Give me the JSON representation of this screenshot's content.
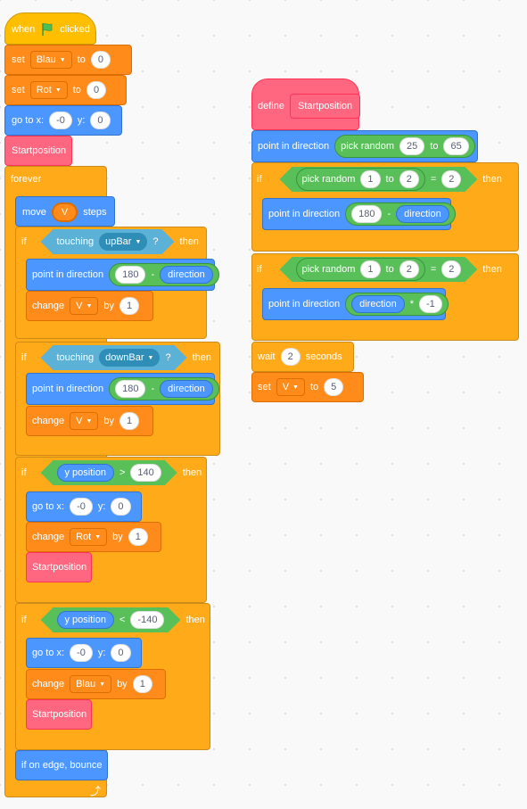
{
  "script_main": {
    "when_label": "when",
    "clicked_label": "clicked",
    "set_label": "set",
    "to_label": "to",
    "set1": {
      "var": "Blau",
      "value": "0"
    },
    "set2": {
      "var": "Rot",
      "value": "0"
    },
    "goto": {
      "label": "go to x:",
      "x": "-0",
      "y_label": "y:",
      "y": "0"
    },
    "startposition": "Startposition",
    "forever_label": "forever",
    "move": {
      "label": "move",
      "var": "V",
      "steps_label": "steps"
    },
    "if_label": "if",
    "then_label": "then",
    "if1": {
      "touching_label": "touching",
      "target": "upBar",
      "q": "?"
    },
    "pid1": {
      "label": "point in direction",
      "num": "180",
      "op": "-",
      "rep": "direction"
    },
    "change1": {
      "label": "change",
      "var": "V",
      "by_label": "by",
      "value": "1"
    },
    "if2": {
      "touching_label": "touching",
      "target": "downBar",
      "q": "?"
    },
    "pid2": {
      "label": "point in direction",
      "num": "180",
      "op": "-",
      "rep": "direction"
    },
    "change2": {
      "label": "change",
      "var": "V",
      "by_label": "by",
      "value": "1"
    },
    "if3": {
      "rep": "y position",
      "op": ">",
      "value": "140"
    },
    "goto3": {
      "label": "go to x:",
      "x": "-0",
      "y_label": "y:",
      "y": "0"
    },
    "change3": {
      "label": "change",
      "var": "Rot",
      "by_label": "by",
      "value": "1"
    },
    "start3": "Startposition",
    "if4": {
      "rep": "y position",
      "op": "<",
      "value": "-140"
    },
    "goto4": {
      "label": "go to x:",
      "x": "-0",
      "y_label": "y:",
      "y": "0"
    },
    "change4": {
      "label": "change",
      "var": "Blau",
      "by_label": "by",
      "value": "1"
    },
    "start4": "Startposition",
    "bounce": "if on edge, bounce"
  },
  "script_define": {
    "define_label": "define",
    "name": "Startposition",
    "pid": {
      "label": "point in direction",
      "rand_label": "pick random",
      "from": "25",
      "to_label": "to",
      "to": "65"
    },
    "if_label": "if",
    "then_label": "then",
    "if1": {
      "rand_label": "pick random",
      "from": "1",
      "to_label": "to",
      "to": "2",
      "eq": "=",
      "value": "2"
    },
    "pid2": {
      "label": "point in direction",
      "num": "180",
      "op": "-",
      "rep": "direction"
    },
    "if2": {
      "rand_label": "pick random",
      "from": "1",
      "to_label": "to",
      "to": "2",
      "eq": "=",
      "value": "2"
    },
    "pid3": {
      "label": "point in direction",
      "rep": "direction",
      "op": "*",
      "value": "-1"
    },
    "wait": {
      "label": "wait",
      "value": "2",
      "unit": "seconds"
    },
    "setv": {
      "label": "set",
      "var": "V",
      "to_label": "to",
      "value": "5"
    }
  },
  "colors": {
    "events": "#ffbf00",
    "control": "#ffab19",
    "variables": "#ff8c1a",
    "motion": "#4c97ff",
    "operators": "#59c059",
    "sensing": "#5cb1d6",
    "my_blocks": "#ff6680"
  },
  "icons": {
    "flag": "green-flag-icon",
    "dropdown": "caret-down-icon",
    "loop": "loop-arrow-icon"
  }
}
